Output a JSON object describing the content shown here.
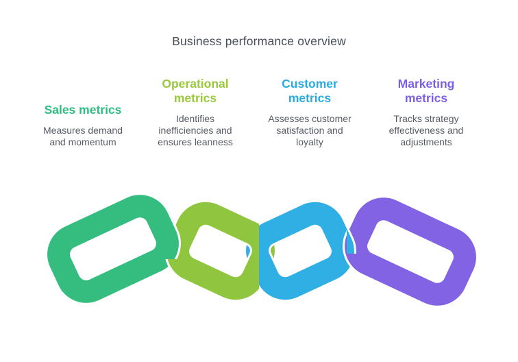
{
  "background_color": "#ffffff",
  "title": {
    "text": "Business performance overview",
    "color": "#464d59"
  },
  "body_color": "#575c64",
  "columns": [
    {
      "id": "sales",
      "heading": "Sales metrics",
      "heading_color": "#2fbd82",
      "body": "Measures demand\nand momentum"
    },
    {
      "id": "operational",
      "heading": "Operational\nmetrics",
      "heading_color": "#9ac83c",
      "body": "Identifies\ninefficiencies and\nensures leanness"
    },
    {
      "id": "customer",
      "heading": "Customer\nmetrics",
      "heading_color": "#29abe2",
      "body": "Assesses customer\nsatisfaction and\nloyalty"
    },
    {
      "id": "marketing",
      "heading": "Marketing\nmetrics",
      "heading_color": "#7c5ee2",
      "body": "Tracks strategy\neffectiveness and\nadjustments"
    }
  ],
  "chain": {
    "outline_color": "#ffffff",
    "links": [
      {
        "name": "sales-link",
        "color": "#35bd80"
      },
      {
        "name": "operational-link",
        "color": "#90c63f"
      },
      {
        "name": "customer-link",
        "color": "#2fafe3"
      },
      {
        "name": "marketing-link",
        "color": "#8263e4"
      }
    ]
  }
}
